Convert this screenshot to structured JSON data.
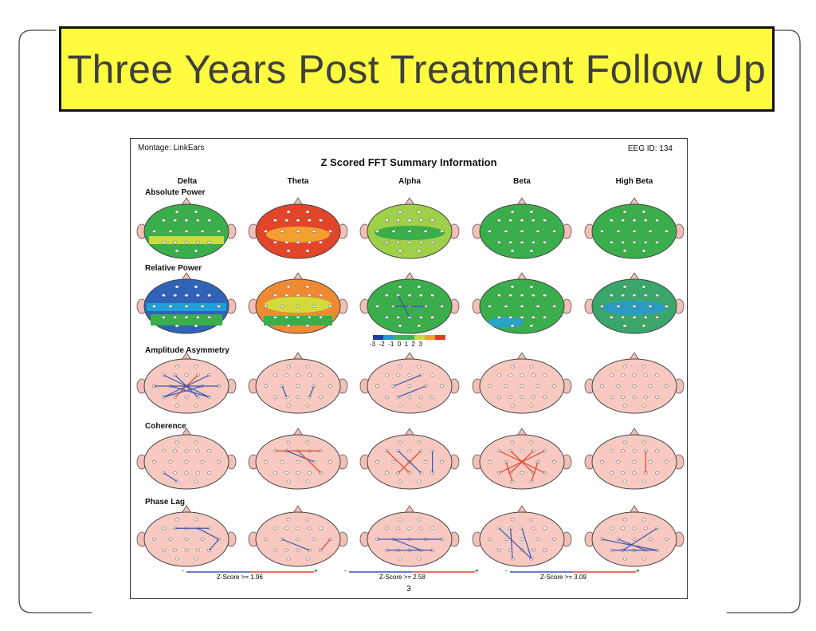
{
  "slide": {
    "title": "Three Years Post Treatment Follow Up"
  },
  "report": {
    "montage": "Montage:  LinkEars",
    "eeg_id": "EEG ID:   134",
    "title": "Z Scored FFT Summary Information",
    "page_number": "3",
    "bands": [
      "Delta",
      "Theta",
      "Alpha",
      "Beta",
      "High Beta"
    ],
    "rows": [
      "Absolute Power",
      "Relative Power",
      "Amplitude Asymmetry",
      "Coherence",
      "Phase Lag"
    ],
    "color_scale": {
      "ticks": [
        "-3",
        "-2",
        "-1",
        "0",
        "1",
        "2",
        "3"
      ],
      "colors": [
        "#1a3fa8",
        "#1f9ad6",
        "#3bb35a",
        "#3bb35a",
        "#c6dc3c",
        "#f3a02f",
        "#e03b20"
      ]
    },
    "zscore_legends": [
      {
        "minus": "-",
        "label": "Z-Score >= 1.96",
        "plus": "+"
      },
      {
        "minus": "-",
        "label": "Z-Score >= 2.58",
        "plus": "+"
      },
      {
        "minus": "-",
        "label": "Z-Score >= 3.09",
        "plus": "+"
      }
    ]
  },
  "maps": {
    "power_fill": [
      [
        "#3aae4a",
        "#e2452a",
        "#9fd04a",
        "#3aae4a",
        "#3aae4a"
      ],
      [
        "#2f63b8",
        "#f08a32",
        "#3aae4a",
        "#3aae4a",
        "#3aa66a"
      ]
    ],
    "head_fill": "#f7c9c0",
    "line_red": "#e2432a",
    "line_blue": "#3a55b4"
  }
}
